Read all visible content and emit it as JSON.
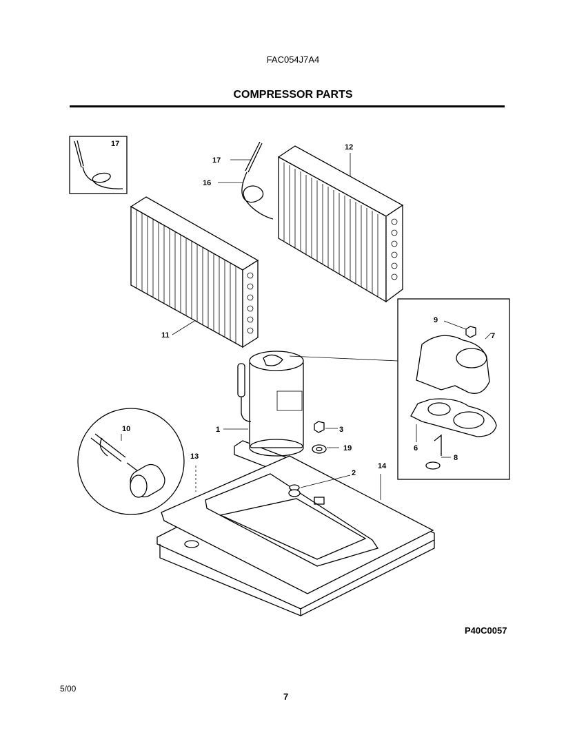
{
  "header": {
    "model": "FAC054J7A4",
    "title": "COMPRESSOR PARTS"
  },
  "diagram": {
    "callouts": [
      "17",
      "17",
      "16",
      "12",
      "11",
      "9",
      "7",
      "1",
      "3",
      "19",
      "10",
      "6",
      "8",
      "13",
      "2",
      "14"
    ]
  },
  "footer": {
    "drawing_code": "P40C0057",
    "date": "5/00",
    "page_number": "7"
  }
}
